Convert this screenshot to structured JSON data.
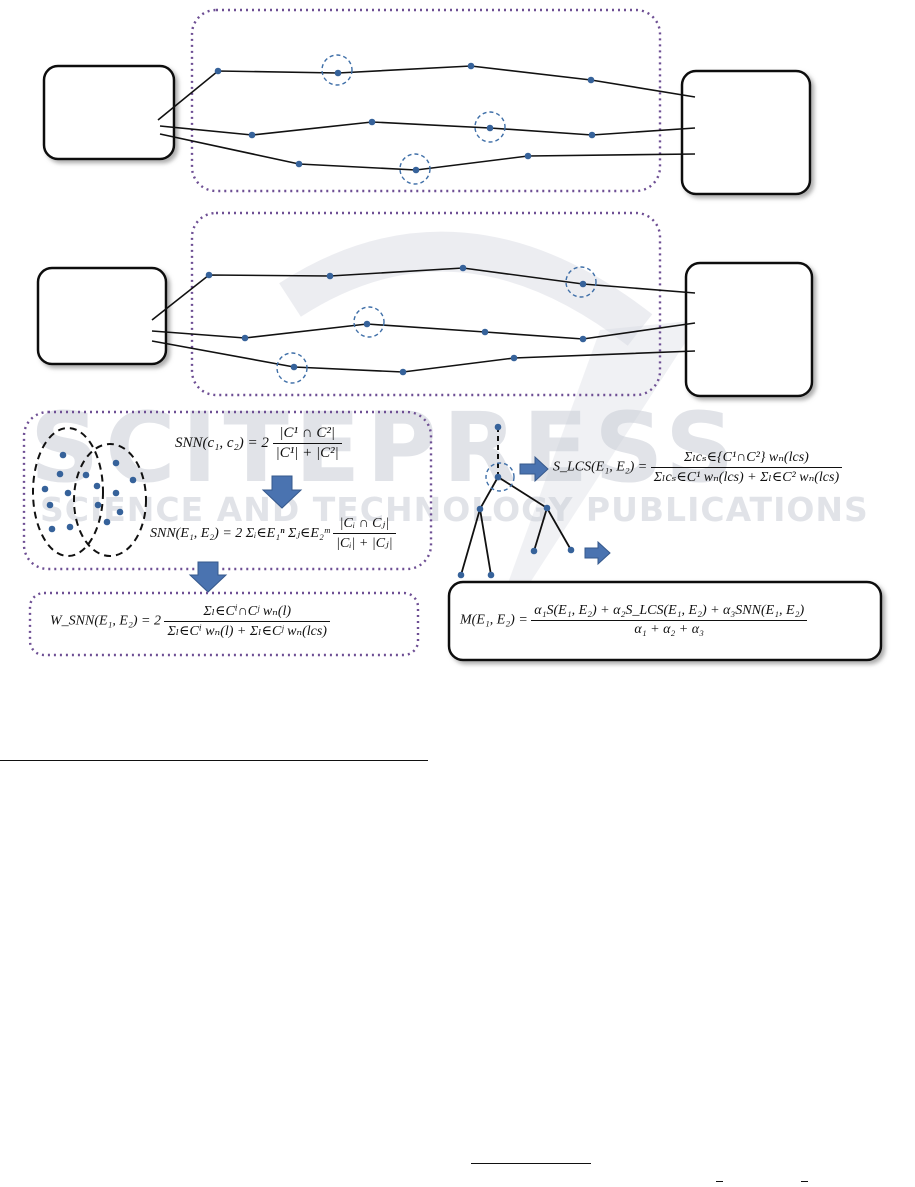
{
  "watermark": {
    "title": "SCITEPRESS",
    "subtitle": "SCIENCE AND TECHNOLOGY PUBLICATIONS"
  },
  "formulas": {
    "snn_clusters": {
      "lhs": "SNN(c₁, c₂) = 2",
      "num": "|C¹ ∩ C²|",
      "den": "|C¹| + |C²|"
    },
    "snn_entities": {
      "lhs": "SNN(E₁, E₂) = 2 Σᵢ∈E₁ⁿ Σⱼ∈E₂ᵐ",
      "num": "|Cᵢ ∩ Cⱼ|",
      "den": "|Cᵢ| + |Cⱼ|"
    },
    "wsnn": {
      "lhs": "W_SNN(E₁, E₂) = 2",
      "num": "Σₗ∈Cⁱ∩Cʲ wₙ(l)",
      "den": "Σₗ∈Cⁱ wₙ(l) + Σₗ∈Cʲ wₙ(lcs)"
    },
    "slcs": {
      "lhs": "S_LCS(E₁, E₂) =",
      "num": "Σₗcₛ∈{C¹∩C²} wₙ(lcs)",
      "den": "Σₗcₛ∈C¹ wₙ(lcs) + Σₗ∈C² wₙ(lcs)"
    },
    "combined": {
      "lhs": "M(E₁, E₂) =",
      "num": "α₁S(E₁, E₂) + α₂S_LCS(E₁, E₂) + α₃SNN(E₁, E₂)",
      "den": "α₁ + α₂ + α₃"
    }
  }
}
